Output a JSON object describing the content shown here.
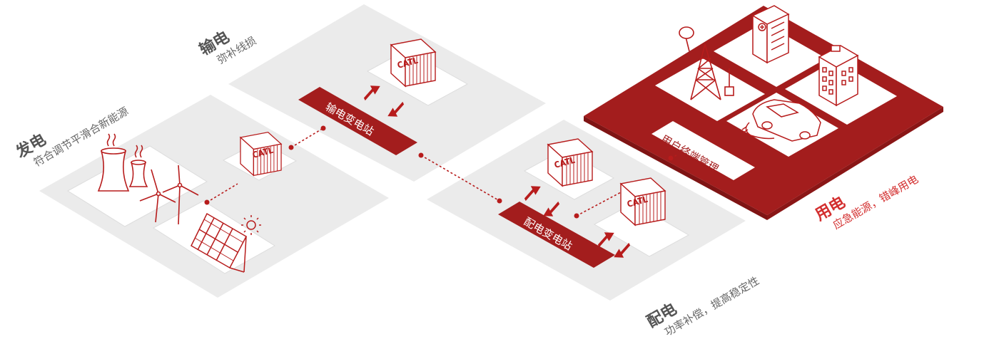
{
  "sections": {
    "generation": {
      "title": "发电",
      "subtitle": "符合调节平滑合新能源"
    },
    "transmission": {
      "title": "输电",
      "subtitle": "弥补线损"
    },
    "distribution": {
      "title": "配电",
      "subtitle": "功率补偿，提高稳定性"
    },
    "consumption": {
      "title": "用电",
      "subtitle": "应急能源，错峰用电"
    }
  },
  "stations": {
    "transmission_substation": "输电变电站",
    "distribution_substation": "配电变电站",
    "user_terminal": "用户终端管理"
  },
  "battery_brand": "CATL",
  "colors": {
    "accent_red": "#b71c1c",
    "platform_gray": "#ebebeb",
    "title_gray": "#555555",
    "sub_gray": "#666666"
  },
  "icons": [
    "cooling-tower-icon",
    "wind-turbine-icon",
    "solar-panel-icon",
    "sun-icon",
    "battery-cabinet-icon",
    "arrow-in-icon",
    "arrow-out-icon",
    "power-tower-icon",
    "hospital-icon",
    "office-building-icon",
    "electric-car-icon"
  ]
}
